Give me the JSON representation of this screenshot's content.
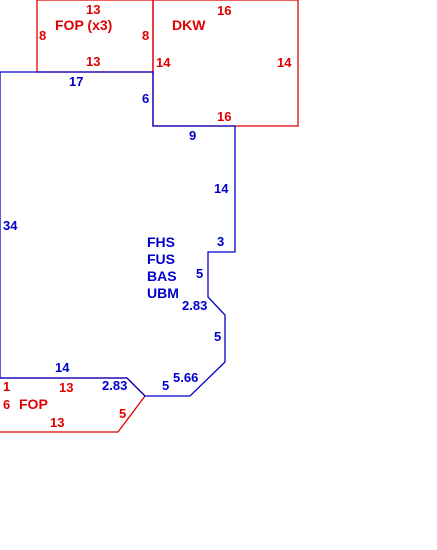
{
  "colors": {
    "red": "#e00000",
    "blue": "#0000cc",
    "background": "#ffffff"
  },
  "areas": {
    "fop_upper": {
      "name": "FOP (x3)",
      "dims": {
        "top": "13",
        "left": "8",
        "right": "8",
        "bottom": "13"
      }
    },
    "dkw": {
      "name": "DKW",
      "dims": {
        "top": "16",
        "left": "14",
        "right": "14",
        "bottom": "16"
      }
    },
    "main": {
      "labels": [
        "FHS",
        "FUS",
        "BAS",
        "UBM"
      ],
      "dims": {
        "top": "17",
        "right_jog": "6",
        "step_top": "9",
        "right_upper": "14",
        "notch_top": "3",
        "notch_side": "5",
        "diag_upper": "2.83",
        "right_lower": "5",
        "diag_lower": "5.66",
        "bottom_right": "5",
        "bottom_left": "14",
        "left": "34"
      }
    },
    "fop_lower": {
      "name": "FOP",
      "dims": {
        "top": "13",
        "left_top": "1",
        "left": "6",
        "diag_top": "2.83",
        "diag": "5",
        "bottom": "13"
      }
    }
  }
}
